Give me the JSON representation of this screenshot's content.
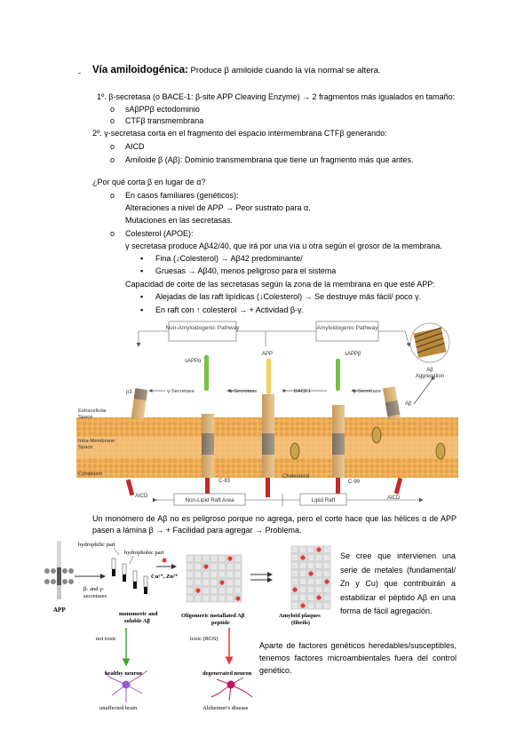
{
  "title": {
    "dash": "-",
    "heading": "Vía amiloidogénica:",
    "desc": "Produce β amiloide cuando la vía normal se altera."
  },
  "steps": {
    "s1": "1º. β-secretasa (o BACE-1: β-site APP Cleaving Enzyme) → 2 fragmentos más igualados en tamaño:",
    "s1_items": [
      "sAβPPβ ectodominio",
      "CTFβ transmembrana"
    ],
    "s2": "2º. γ-secretasa corta en el fragmento del espacio intermembrana CTFβ generando:",
    "s2_items": [
      "AICD",
      "Amiloide β (Aβ): Dominio transmembrana que tiene un fragmento más que antes."
    ]
  },
  "why": {
    "question": "¿Por qué corta β en lugar de α?",
    "familiar": "En casos familiares (genéticos):",
    "familiar_l1": "Alteraciones a nivel de APP → Peor sustrato para α.",
    "familiar_l2": "Mutaciones en las secretasas.",
    "apoe": "Colesterol (APOE):",
    "apoe_l1": "γ secretasa produce Aβ42/40, que irá por una vía u otra según el grosor de la membrana.",
    "fina": "Fina (↓Colesterol) → Aβ42 predominante/",
    "gruesa": "Gruesas → Aβ40, menos peligroso para el sistema",
    "capacidad": "Capacidad de corte de las secretasas según la zona de la membrana en que esté APP:",
    "alejadas": "Alejadas de las raft lipídicas (↓Colesterol) → Se destruye más fácil/ poco γ.",
    "raft": "En raft con ↑ colesterol → + Actividad β-γ."
  },
  "diagram1": {
    "non_amyloid": "Non-Amyloidogenic Pathway",
    "amyloid": "Amyloidogenic Pathway",
    "app": "APP",
    "sappa": "sAPPα",
    "sappb": "sAPPβ",
    "p3": "p3",
    "gamma1": "γ-Secretase",
    "alpha": "α-Secretase",
    "bace1": "BACE1",
    "gamma2": "γ-Secretase",
    "abeta": "Aβ",
    "aggregation": "Aβ Aggregation",
    "extracellular": "Extracellular Space",
    "intramembrane": "Intra-Membrane Space",
    "cytoplasm": "Cytoplasm",
    "c83": "C-83",
    "c99": "C-99",
    "cholesterol": "Cholesterol",
    "aicd1": "AICD",
    "aicd2": "AICD",
    "non_lipid": "Non-Lipid Raft Area",
    "lipid_raft": "Lipid Raft"
  },
  "monomer": "Un monómero de Aβ no es peligroso porque no agrega, pero el corte hace que las hélices α de APP pasen a lámina β → + Facilidad para agregar → Problema.",
  "diagram2": {
    "hydrophilic": "hydrophilic part",
    "hydrophobic": "hydrophobic part",
    "metals": "Cu²⁺, Zn²⁺",
    "app": "APP",
    "secretases": "β- and γ-secretases",
    "monomeric": "monomeric and soluble Aβ",
    "oligomeric": "Oligomeric metallated Aβ peptide",
    "plaques": "Amyloid plaques (fibrils)",
    "not_toxic": "not toxic",
    "toxic": "toxic (ROS)",
    "healthy": "healthy neuron",
    "degenerated": "degenerated neuron",
    "unaffected": "unaffected brain",
    "alzheimer": "Alzheimer's disease",
    "colors": {
      "neuron_healthy": "#9b5bd0",
      "neuron_degen": "#c2185b",
      "metal_dot": "#e53935",
      "green_arrow": "#3fa535"
    }
  },
  "metals_note": "Se cree que intervienen una serie de metales (fundamental/ Zn y Cu) que contribuirán a estabilizar el péptido Aβ en una forma de fácil agregación.",
  "factors_note": "Aparte de factores genéticos heredables/susceptibles, tenemos factores microambientales fuera del control genético."
}
